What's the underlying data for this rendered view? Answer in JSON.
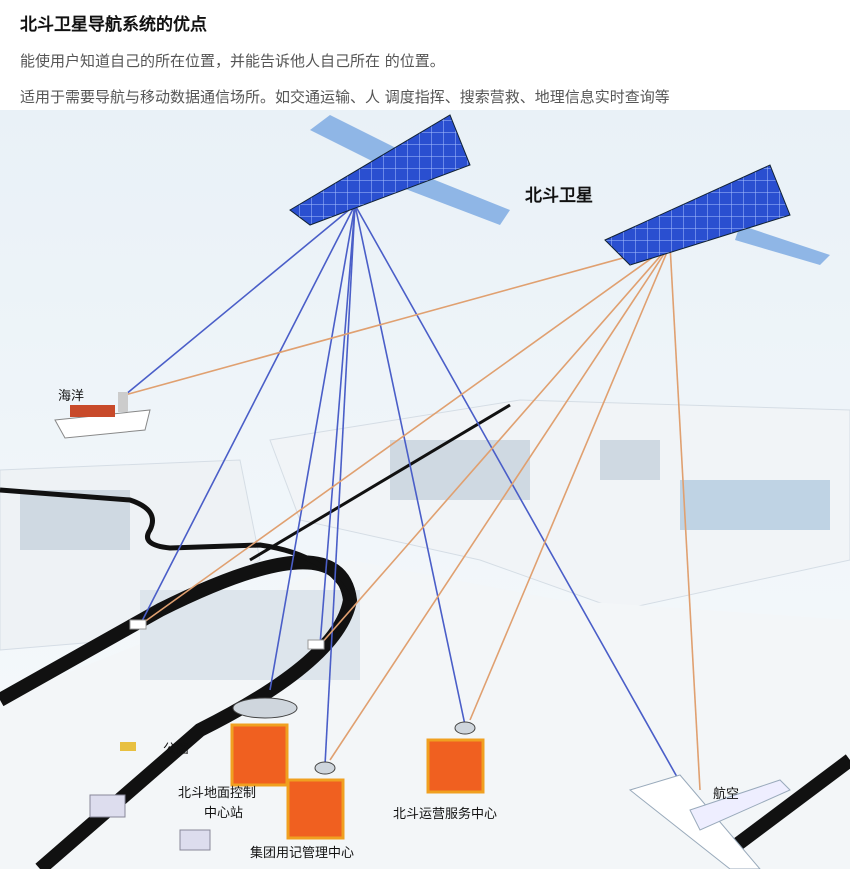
{
  "header": {
    "title": "北斗卫星导航系统的优点",
    "line1": "能使用户知道自己的所在位置，并能告诉他人自己所在 的位置。",
    "line2": "适用于需要导航与移动数据通信场所。如交通运输、人 调度指挥、搜索营救、地理信息实时查询等"
  },
  "diagram": {
    "satellite_label": "北斗卫星",
    "ocean_label": "海洋",
    "road_label": "公路",
    "ground_control_label_1": "北斗地面控制",
    "ground_control_label_2": "中心站",
    "user_mgmt_label": "集团用记管理中心",
    "operation_label": "北斗运营服务中心",
    "aviation_label": "航空",
    "colors": {
      "satellite_panel": "#2a4fd0",
      "signal_blue": "#4a5ec8",
      "signal_orange": "#e0a070",
      "building": "#f06020",
      "road": "#111111"
    }
  }
}
